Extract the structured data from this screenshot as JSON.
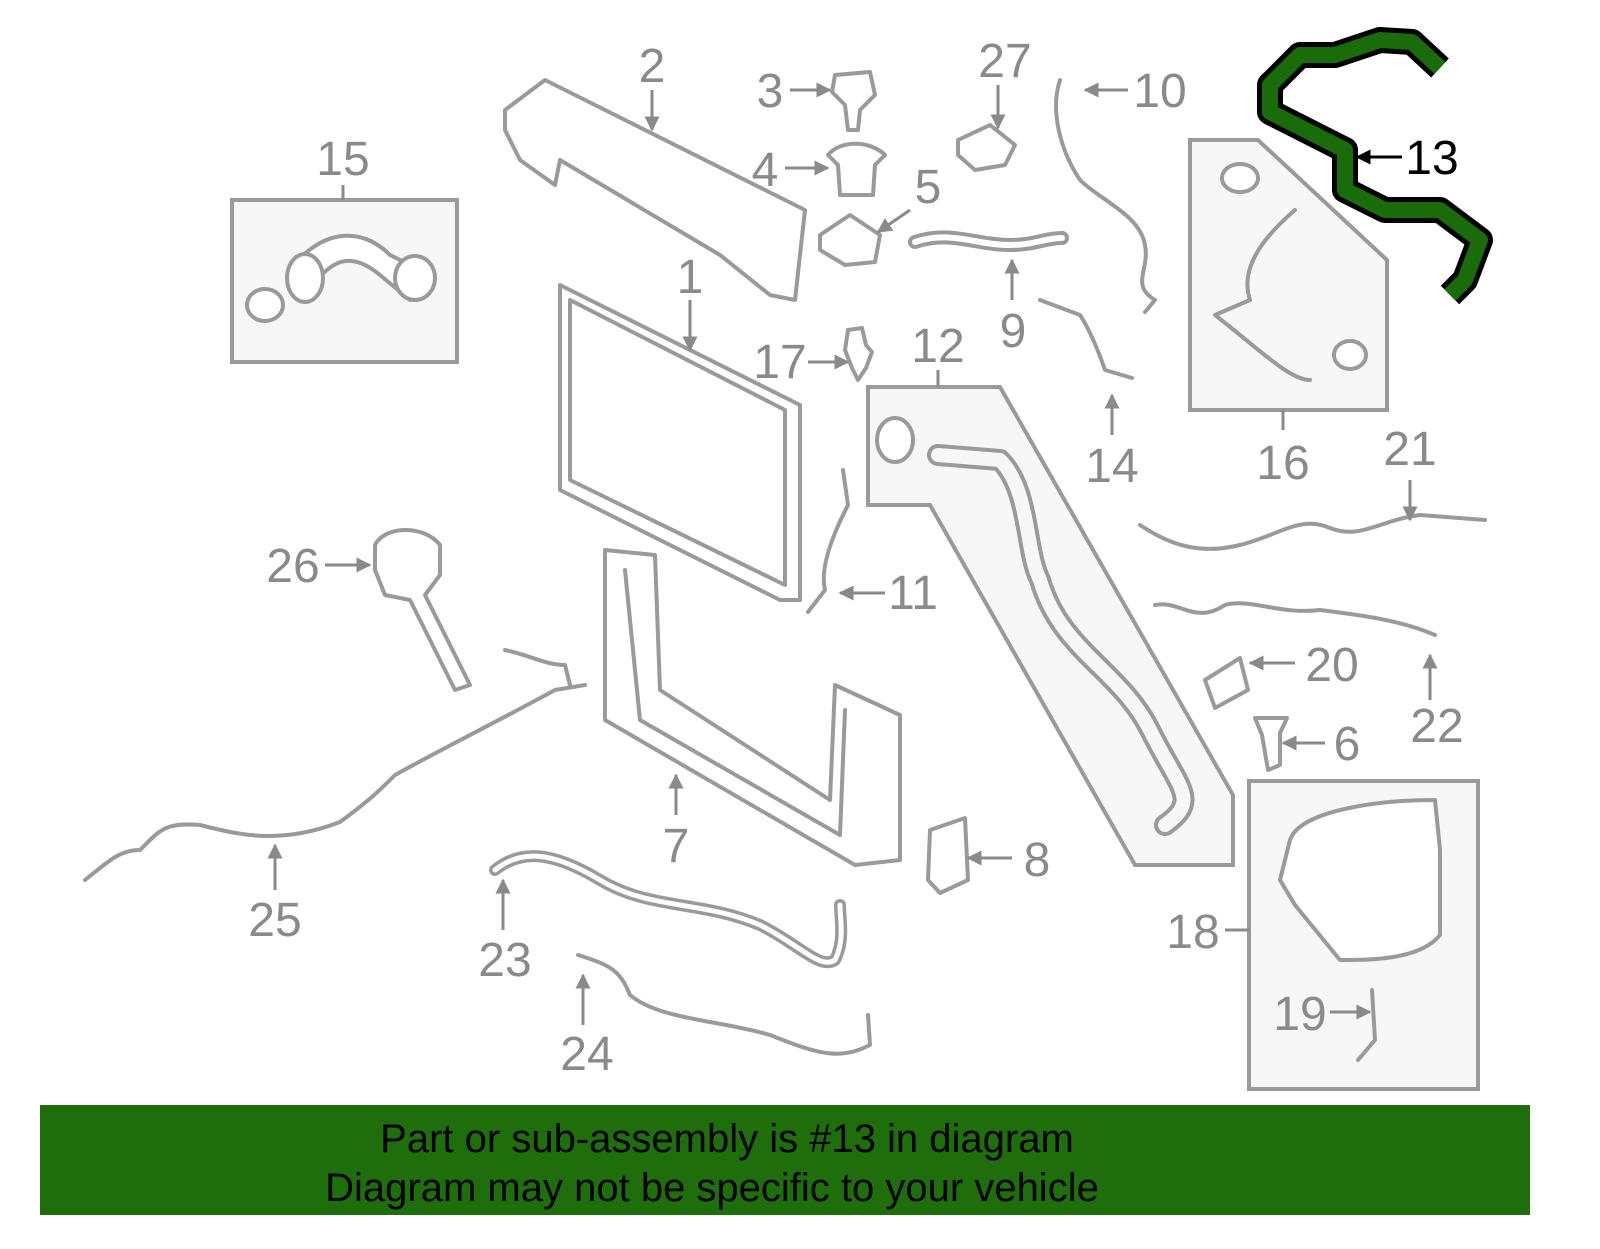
{
  "diagram": {
    "highlight_part": "13",
    "highlight_color": "#1a6b0a",
    "line_color": "#9a9a9a",
    "labels": {
      "p1": "1",
      "p2": "2",
      "p3": "3",
      "p4": "4",
      "p5": "5",
      "p6": "6",
      "p7": "7",
      "p8": "8",
      "p9": "9",
      "p10": "10",
      "p11": "11",
      "p12": "12",
      "p13": "13",
      "p14": "14",
      "p15": "15",
      "p16": "16",
      "p17": "17",
      "p18": "18",
      "p19": "19",
      "p20": "20",
      "p21": "21",
      "p22": "22",
      "p23": "23",
      "p24": "24",
      "p25": "25",
      "p26": "26",
      "p27": "27"
    }
  },
  "banner": {
    "line1": "Part or sub-assembly is #13 in diagram",
    "line2": "Diagram may not be specific to your vehicle",
    "color": "#1e6e0c"
  }
}
